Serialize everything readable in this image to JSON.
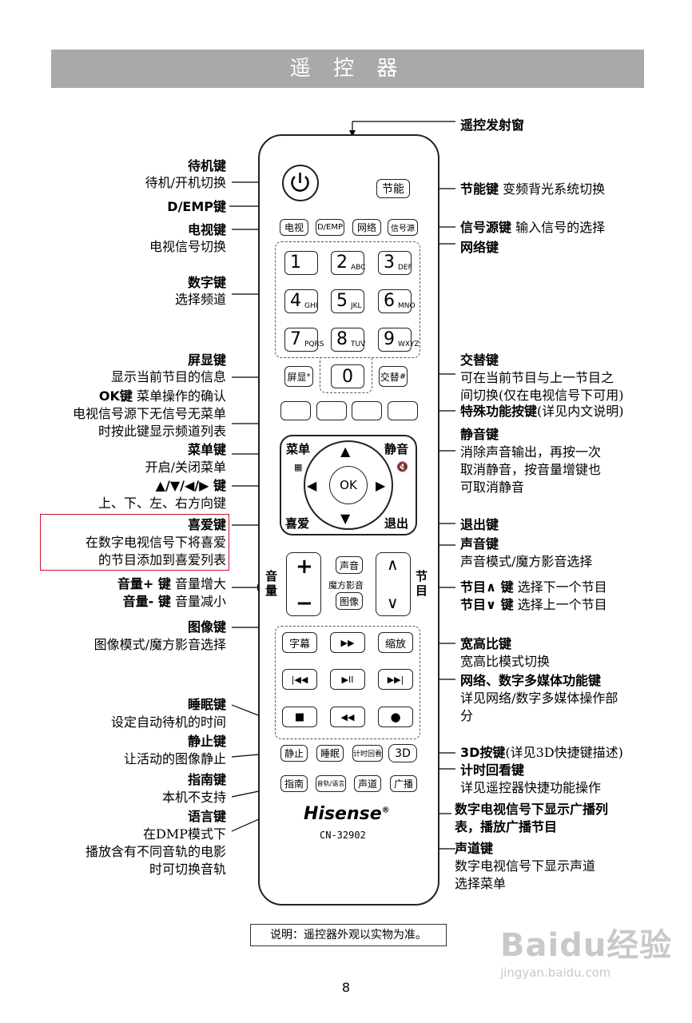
{
  "header": {
    "title": "遥 控 器"
  },
  "left_labels": {
    "standby_title": "待机键",
    "standby_desc": "待机/开机切换",
    "demp_title": "D/EMP键",
    "tv_title": "电视键",
    "tv_desc": "电视信号切换",
    "digit_title": "数字键",
    "digit_desc": "选择频道",
    "display_title": "屏显键",
    "display_desc": "显示当前节目的信息",
    "ok_title": "OK键",
    "ok_desc1": "菜单操作的确认",
    "ok_desc2": "电视信号源下无信号无菜单",
    "ok_desc3": "时按此键显示频道列表",
    "menu_title": "菜单键",
    "menu_desc": "开启/关闭菜单",
    "arrows_title": "▲/▼/◀/▶ 键",
    "arrows_desc": "上、下、左、右方向键",
    "fav_title": "喜爱键",
    "fav_desc1": "在数字电视信号下将喜爱",
    "fav_desc2": "的节目添加到喜爱列表",
    "volup_title": "音量+ 键",
    "volup_desc": "音量增大",
    "voldown_title": "音量- 键",
    "voldown_desc": "音量减小",
    "picture_title": "图像键",
    "picture_desc": "图像模式/魔方影音选择",
    "sleep_title": "睡眠键",
    "sleep_desc": "设定自动待机的时间",
    "freeze_title": "静止键",
    "freeze_desc": "让活动的图像静止",
    "guide_title": "指南键",
    "guide_desc": "本机不支持",
    "lang_title": "语言键",
    "lang_desc1": "在DMP模式下",
    "lang_desc2": "播放含有不同音轨的电影",
    "lang_desc3": "时可切换音轨"
  },
  "right_labels": {
    "ir_window": "遥控发射窗",
    "energy_title": "节能键",
    "energy_desc": "变频背光系统切换",
    "source_title": "信号源键",
    "source_desc": "输入信号的选择",
    "network_title": "网络键",
    "swap_title": "交替键",
    "swap_desc1": "可在当前节目与上一节目之",
    "swap_desc2": "间切换(仅在电视信号下可用)",
    "special_title": "特殊功能按键",
    "special_desc": "(详见内文说明)",
    "mute_title": "静音键",
    "mute_desc1": "消除声音输出，再按一次",
    "mute_desc2": "取消静音，按音量增键也",
    "mute_desc3": "可取消静音",
    "exit_title": "退出键",
    "sound_title": "声音键",
    "sound_desc": "声音模式/魔方影音选择",
    "chup_title": "节目∧ 键",
    "chup_desc": "选择下一个节目",
    "chdown_title": "节目∨ 键",
    "chdown_desc": "选择上一个节目",
    "aspect_title": "宽高比键",
    "aspect_desc": "宽高比模式切换",
    "media_title": "网络、数字多媒体功能键",
    "media_desc1": "详见网络/数字多媒体操作部",
    "media_desc2": "分",
    "threed_title": "3D按键",
    "threed_desc": "(详见3D快捷键描述)",
    "timer_title": "计时回看键",
    "timer_desc": "详见遥控器快捷功能操作",
    "broadcast_line1": "数字电视信号下显示广播列",
    "broadcast_line2": "表，播放广播节目",
    "channel_title": "声道键",
    "channel_desc1": "数字电视信号下显示声道",
    "channel_desc2": "选择菜单"
  },
  "remote": {
    "energy_key": "节能",
    "tv_key": "电视",
    "demp_key": "D/EMP",
    "network_key": "网络",
    "source_key": "信号源",
    "digits": [
      {
        "d": "1",
        "s": ""
      },
      {
        "d": "2",
        "s": "ABC"
      },
      {
        "d": "3",
        "s": "DEF"
      },
      {
        "d": "4",
        "s": "GHI"
      },
      {
        "d": "5",
        "s": "JKL"
      },
      {
        "d": "6",
        "s": "MNO"
      },
      {
        "d": "7",
        "s": "PQRS"
      },
      {
        "d": "8",
        "s": "TUV"
      },
      {
        "d": "9",
        "s": "WXYZ"
      }
    ],
    "display_key": "屏显",
    "display_sym": "*",
    "zero_key": "0",
    "swap_key": "交替",
    "swap_sym": "#",
    "menu_key": "菜单",
    "mute_key": "静音",
    "fav_key": "喜爱",
    "exit_key": "退出",
    "ok_key": "OK",
    "vol_plus": "+",
    "vol_minus": "−",
    "vol_label": "音量",
    "sound_key": "声音",
    "mofang": "魔方影音",
    "picture_key": "图像",
    "ch_up": "∧",
    "ch_down": "∨",
    "ch_label": "节目",
    "subtitle_key": "字幕",
    "ff_key": "▶▶",
    "zoom_key": "缩放",
    "prev_key": "|◀◀",
    "playpause_key": "▶II",
    "next_key": "▶▶|",
    "stop_key": "■",
    "rew_key": "◀◀",
    "rec_key": "●",
    "freeze_key": "静止",
    "sleep_key": "睡眠",
    "timer_key": "计时回看",
    "threed_key": "3D",
    "guide_key": "指南",
    "lang_key": "音轨/语言",
    "channel_key": "声道",
    "broadcast_key": "广播",
    "brand": "Hisense",
    "brand_mark": "®",
    "model": "CN-32902"
  },
  "note": "说明：遥控器外观以实物为准。",
  "page_number": "8",
  "watermark": {
    "brand": "Baidu经验",
    "url": "jingyan.baidu.com"
  }
}
